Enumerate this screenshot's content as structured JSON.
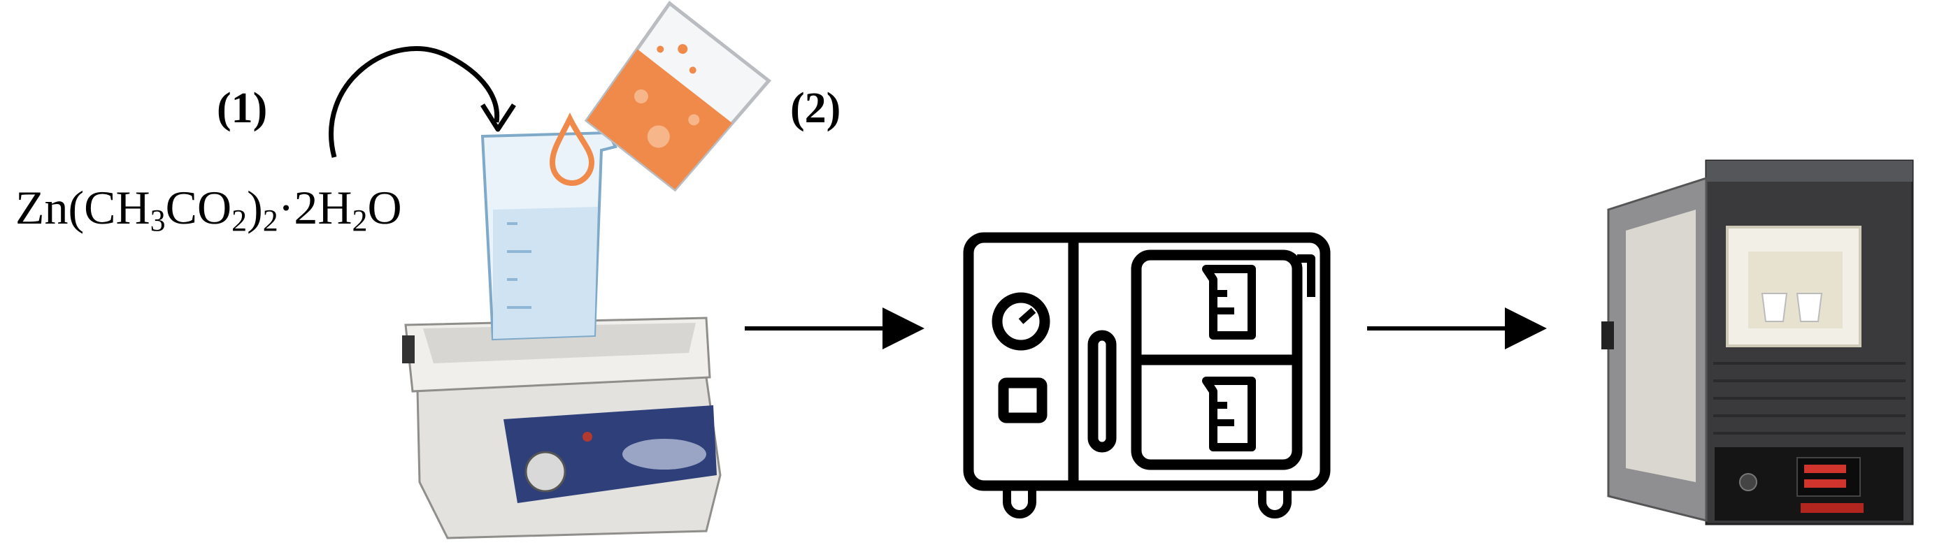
{
  "labels": {
    "step1": "(1)",
    "step2": "(2)",
    "formula": {
      "zn": "Zn(CH",
      "s1": "3",
      "co": "CO",
      "s2": "2",
      ")": ")",
      "s3": "2",
      "dot": "·2H",
      "s4": "2",
      "o": "O"
    }
  },
  "colors": {
    "line": "#000000",
    "liquid_orange": "#f08a4b",
    "water_blue": "#cfe3f3",
    "stirrer_body": "#e3e2df",
    "stirrer_panel": "#2f3f7a",
    "furnace_body": "#3a3a3c"
  }
}
